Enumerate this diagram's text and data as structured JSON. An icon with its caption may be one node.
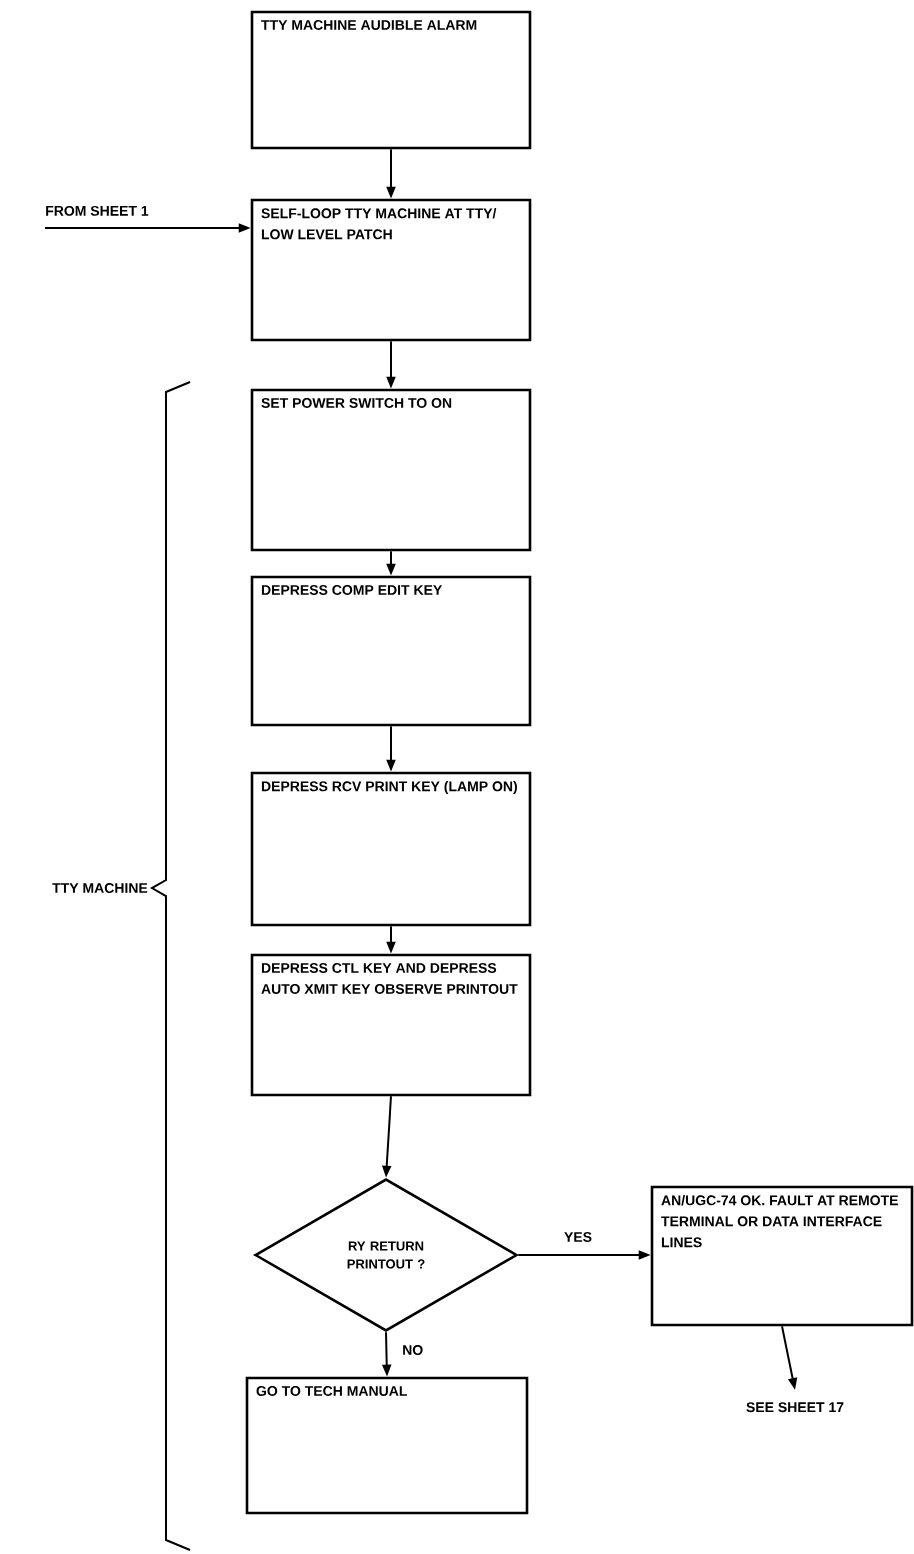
{
  "diagram": {
    "nodes": [
      {
        "text": [
          "TTY MACHINE AUDIBLE ALARM"
        ]
      },
      {
        "text": [
          "SELF-LOOP TTY MACHINE AT TTY/ LOW LEVEL PATCH"
        ]
      },
      {
        "text": [
          "SET POWER SWITCH TO ON"
        ]
      },
      {
        "text": [
          "DEPRESS COMP EDIT KEY"
        ]
      },
      {
        "text": [
          "DEPRESS RCV PRINT KEY (LAMP ON)"
        ]
      },
      {
        "text": [
          "DEPRESS CTL KEY AND DEPRESS AUTO XMIT KEY OBSERVE PRINTOUT"
        ]
      },
      {
        "text": [
          "RY RETURN PRINTOUT ?"
        ]
      },
      {
        "text": [
          "GO TO TECH MANUAL"
        ]
      },
      {
        "text": [
          "AN/UGC-74 OK. FAULT AT REMOTE TERMINAL OR DATA INTERFACE LINES"
        ]
      },
      {
        "text": [
          "FROM SHEET 1"
        ]
      },
      {
        "text": [
          "SEE SHEET 17"
        ]
      }
    ],
    "edges": [
      {
        "from": 0,
        "to": 1,
        "arrow": "to"
      },
      {
        "from": 9,
        "to": 1,
        "arrow": "to"
      },
      {
        "from": 1,
        "to": 2,
        "arrow": "to"
      },
      {
        "from": 2,
        "to": 3,
        "arrow": "to"
      },
      {
        "from": 3,
        "to": 4,
        "arrow": "to"
      },
      {
        "from": 4,
        "to": 5,
        "arrow": "to"
      },
      {
        "from": 5,
        "to": 6,
        "arrow": "to"
      },
      {
        "from": 6,
        "to": 8,
        "arrow": "to",
        "label": "YES"
      },
      {
        "from": 6,
        "to": 7,
        "arrow": "to",
        "label": "NO"
      },
      {
        "from": 8,
        "to": 10,
        "arrow": "to"
      }
    ],
    "labels": [
      "TTY MACHINE"
    ]
  }
}
